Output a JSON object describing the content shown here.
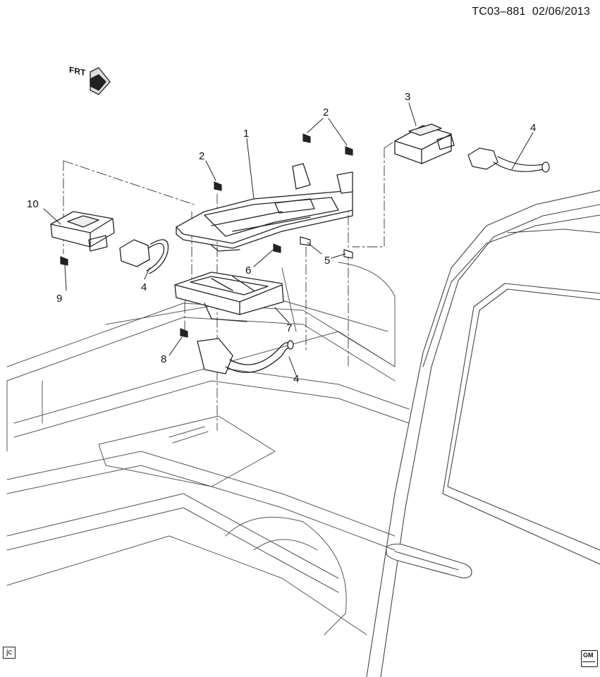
{
  "header": {
    "code": "TC03–881",
    "date": "02/06/2013"
  },
  "frt_label": "FRT",
  "callouts": [
    {
      "id": "c1",
      "text": "1"
    },
    {
      "id": "c2a",
      "text": "2"
    },
    {
      "id": "c2b",
      "text": "2"
    },
    {
      "id": "c3",
      "text": "3"
    },
    {
      "id": "c4a",
      "text": "4"
    },
    {
      "id": "c4b",
      "text": "4"
    },
    {
      "id": "c4c",
      "text": "4"
    },
    {
      "id": "c5",
      "text": "5"
    },
    {
      "id": "c6",
      "text": "6"
    },
    {
      "id": "c7",
      "text": "7"
    },
    {
      "id": "c8",
      "text": "8"
    },
    {
      "id": "c9",
      "text": "9"
    },
    {
      "id": "c10",
      "text": "10"
    }
  ],
  "footer": {
    "left_box": "jc",
    "logo_text": "GM"
  }
}
